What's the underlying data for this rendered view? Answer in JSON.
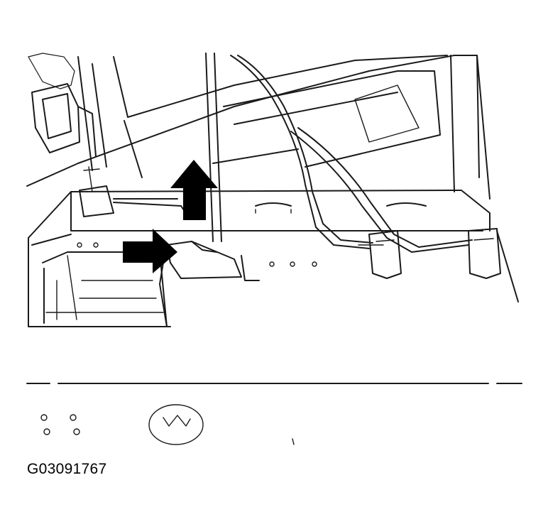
{
  "figure": {
    "id_label": "G03091767",
    "line_color": "#1a1a1a",
    "callouts": [
      {
        "name": "arrow-up",
        "direction": "up"
      },
      {
        "name": "arrow-right",
        "direction": "right"
      }
    ]
  }
}
